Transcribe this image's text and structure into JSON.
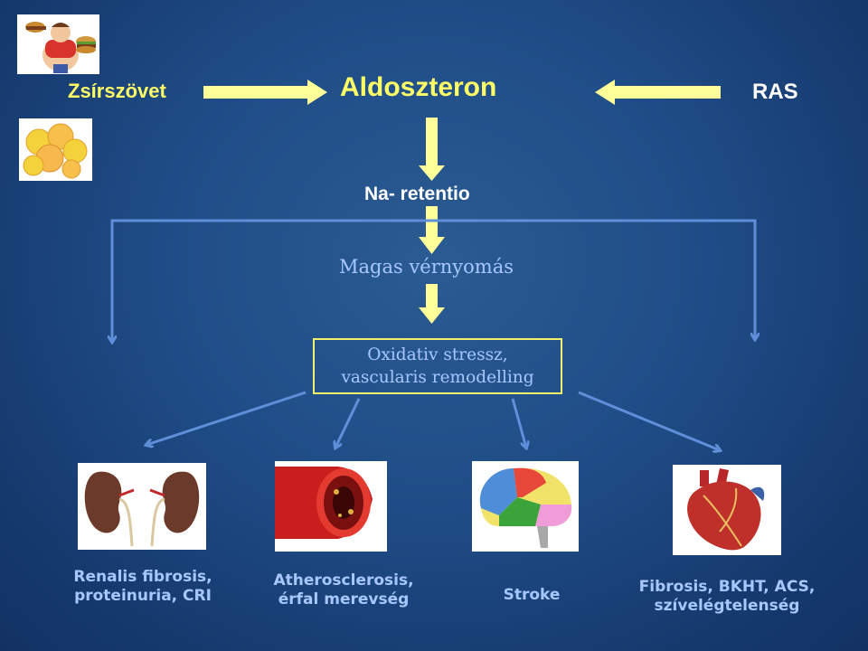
{
  "nodes": {
    "source_left": "Zsírszövet",
    "center": "Aldoszteron",
    "source_right": "RAS",
    "step1": "Na- retentio",
    "step2": "Magas vérnyomás",
    "box_line1": "Oxidativ stressz,",
    "box_line2": "vascularis remodelling"
  },
  "outcomes": [
    {
      "line1": "Renalis fibrosis,",
      "line2": "proteinuria, CRI",
      "image": "kidneys"
    },
    {
      "line1": "Atherosclerosis,",
      "line2": "érfal merevség",
      "image": "artery"
    },
    {
      "line1": "Stroke",
      "line2": "",
      "image": "brain"
    },
    {
      "line1": "Fibrosis, BKHT, ACS,",
      "line2": "szívelégtelenség",
      "image": "heart"
    }
  ],
  "colors": {
    "background": "#1f4c86",
    "yellow_arrow": "#ffff99",
    "blue_arrow": "#5f8fd9",
    "title_yellow": "#ffff66",
    "label_blue": "#a6c8ff",
    "box_border": "#f0f06a"
  }
}
